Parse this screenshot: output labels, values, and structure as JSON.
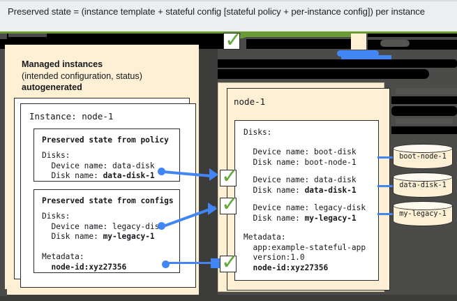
{
  "caption": {
    "text": "Preserved state = (instance template + stateful config [stateful policy + per-instance config]) per instance"
  },
  "colors": {
    "background_dark": "#4b4b49",
    "panel_beige": "#fdf0d5",
    "accent_blue": "#4285f4",
    "accent_green": "#63a83b",
    "rule_green": "#6a9b36",
    "caption_bg": "#eceef0",
    "text_dark": "#16181c"
  },
  "managed_panel": {
    "title_line1": "Managed instances",
    "title_line2": "(intended configuration, status)",
    "title_line3": "autogenerated",
    "instance_label": "Instance: node-1",
    "policy_box": {
      "heading": "Preserved state from policy",
      "lines": [
        {
          "text": "Disks:",
          "bold": false
        },
        {
          "text": "  Device name: data-disk",
          "bold": false
        },
        {
          "text": "  Disk name: ",
          "bold_part": "data-disk-1"
        }
      ]
    },
    "configs_box": {
      "heading": "Preserved state from configs",
      "lines": [
        {
          "text": "Disks:",
          "bold": false
        },
        {
          "text": "  Device name: legacy-disk",
          "bold": false
        },
        {
          "text": "  Disk name: ",
          "bold_part": "my-legacy-1"
        },
        {
          "text": "",
          "bold": false
        },
        {
          "text": "Metadata:",
          "bold": false
        },
        {
          "text": "  ",
          "bold_part": "node-id:xyz27356"
        }
      ]
    }
  },
  "node_panel": {
    "title": "node-1",
    "disks_heading": "Disks:",
    "boot_disk": {
      "device_line": "  Device name: boot-disk",
      "disk_line": "  Disk name: boot-node-1"
    },
    "data_disk": {
      "device_line": "  Device name: data-disk",
      "disk_label": "  Disk name: ",
      "disk_value": "data-disk-1"
    },
    "legacy_disk": {
      "device_line": "  Device name: legacy-disk",
      "disk_label": "  Disk name: ",
      "disk_value": "my-legacy-1"
    },
    "metadata": {
      "heading": "Metadata:",
      "line1": "  app:example-stateful-app",
      "line2": "  version:1.0",
      "line3": "  ",
      "line3_value": "node-id:xyz27356"
    }
  },
  "disks": [
    {
      "name": "boot-node-1"
    },
    {
      "name": "data-disk-1"
    },
    {
      "name": "my-legacy-1"
    }
  ],
  "check_icons": [
    {
      "label": "check-data-disk"
    },
    {
      "label": "check-legacy-disk"
    },
    {
      "label": "check-node-id-metadata"
    },
    {
      "label": "check-top-obscured"
    }
  ]
}
